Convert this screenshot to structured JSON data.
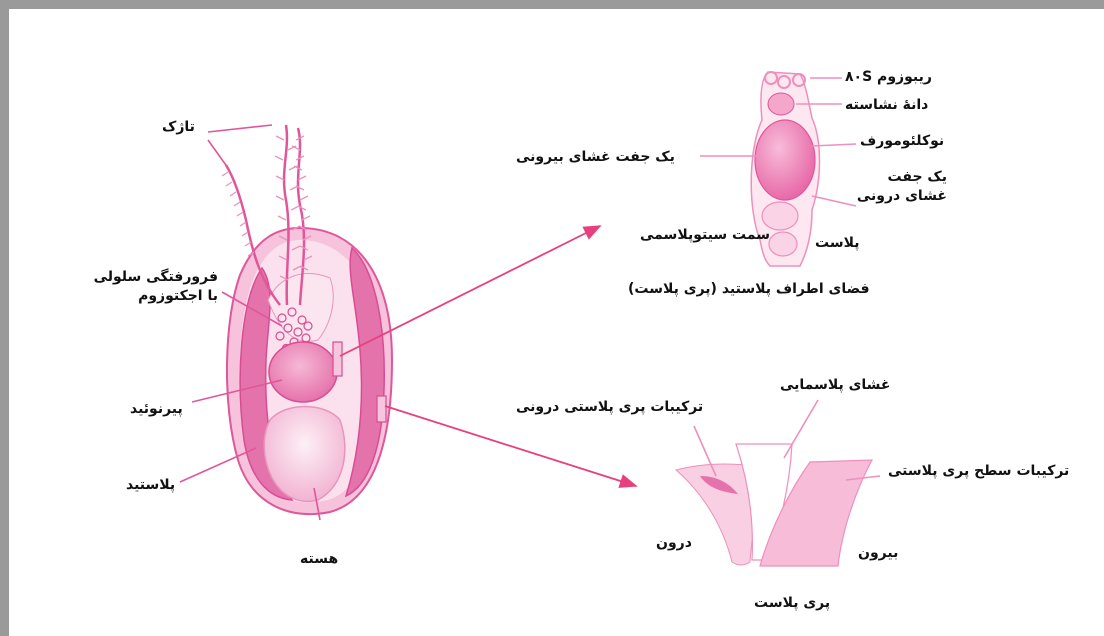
{
  "labels": {
    "flagellum": "تاژک",
    "invagination_line1": "فرورفتگی سلولی",
    "invagination_line2": "با اجکتوزوم",
    "pyrenoid": "پیرنوئید",
    "plastid": "پلاستید",
    "nucleus": "هسته",
    "ribosome": "ریبوزوم ۸۰S",
    "starch_grain": "دانهٔ نشاسته",
    "nucleomorph": "نوکلئومورف",
    "outer_membranes": "یک جفت غشای بیرونی",
    "inner_membranes_line1": "یک جفت",
    "inner_membranes_line2": "غشای درونی",
    "cytoplasm_side": "سمت سیتوپلاسمی",
    "plast": "پلاست",
    "periplastid_space": "فضای اطراف پلاستید (پری پلاست)",
    "plasma_membrane": "غشای پلاسمایی",
    "inner_periplast": "ترکیبات پری پلاستی درونی",
    "surface_periplast": "ترکیبات سطح پری پلاستی",
    "inside": "درون",
    "outside": "بیرون",
    "periplast": "پری پلاست"
  },
  "colors": {
    "pink_dark": "#e0569a",
    "pink_mid": "#ee8fbd",
    "pink_light": "#f9d3e6",
    "arrow": "#e8407e",
    "frame": "#9a9a9a"
  }
}
